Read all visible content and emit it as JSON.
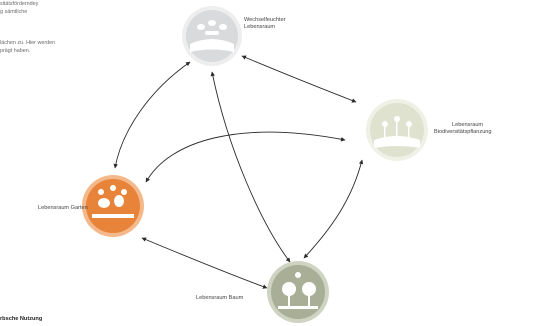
{
  "left_text": {
    "line1": "sitätsförderndey",
    "line2": "g sämtliche",
    "line3": "lächen zu. Hier werden",
    "line4": "prägt haben.",
    "bottom": "rbsche Nutzung"
  },
  "nodes": [
    {
      "id": "wechsel",
      "label_lines": [
        "Wechselfeuchter",
        "Lebensraum"
      ],
      "fill": "#d9dadb",
      "ring": "#eeeeef",
      "icon": "water-landscape-icon"
    },
    {
      "id": "bio",
      "label_lines": [
        "Lebensraum",
        "Biodiversitätspflanzung"
      ],
      "fill": "#dfe2cf",
      "ring": "#eff1e6",
      "icon": "flower-meadow-icon"
    },
    {
      "id": "garten",
      "label_lines": [
        "Lebensraum Garten"
      ],
      "fill": "#e8833a",
      "ring": "#f4b98a",
      "icon": "garden-plants-icon"
    },
    {
      "id": "baum",
      "label_lines": [
        "Lebensraum Baum"
      ],
      "fill": "#a9ae97",
      "ring": "#cfd3c1",
      "icon": "tree-icon"
    }
  ],
  "colors": {
    "arrow": "#2b2b2b"
  }
}
